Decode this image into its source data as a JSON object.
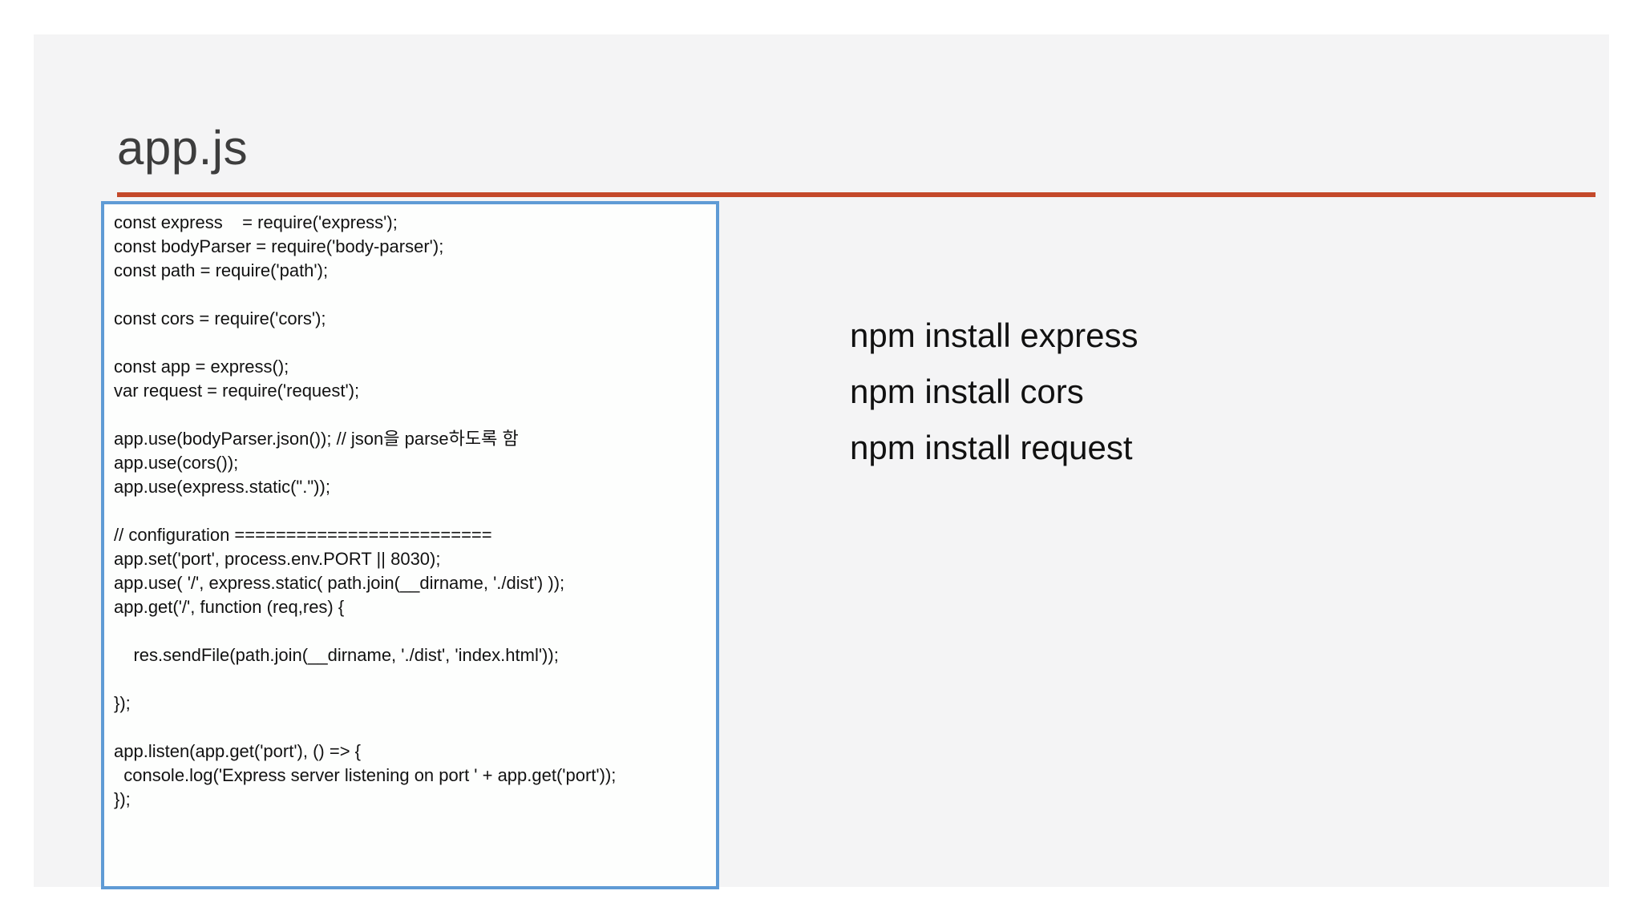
{
  "slide": {
    "title": "app.js",
    "accent_rule_color": "#c4492b",
    "background_color": "#f4f4f5",
    "code_box": {
      "border_color": "#5f9bd5",
      "code": "const express    = require('express');\nconst bodyParser = require('body-parser');\nconst path = require('path');\n\nconst cors = require('cors');\n\nconst app = express();\nvar request = require('request');\n\napp.use(bodyParser.json()); // json을 parse하도록 함\napp.use(cors());\napp.use(express.static(\".\"));\n\n// configuration =========================\napp.set('port', process.env.PORT || 8030);\napp.use( '/', express.static( path.join(__dirname, './dist') ));\napp.get('/', function (req,res) {\n\n    res.sendFile(path.join(__dirname, './dist', 'index.html'));\n\n});\n\napp.listen(app.get('port'), () => {\n  console.log('Express server listening on port ' + app.get('port'));\n});"
    },
    "npm_commands": [
      "npm install express",
      "npm install cors",
      "npm install request"
    ]
  }
}
